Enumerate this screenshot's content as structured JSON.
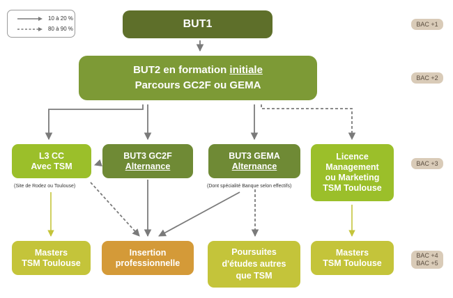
{
  "legend": {
    "solid_label": "10 à 20 %",
    "dashed_label": "80 à 90 %"
  },
  "boxes": {
    "but1": "BUT1",
    "but2": {
      "line1_prefix": "BUT2 en formation ",
      "line1_underlined": "initiale",
      "line2": "Parcours GC2F ou GEMA"
    },
    "l3cc": {
      "line1": "L3 CC",
      "line2": "Avec TSM"
    },
    "but3_gc2f": {
      "line1": "BUT3 GC2F",
      "line2": "Alternance"
    },
    "but3_gema": {
      "line1": "BUT3 GEMA",
      "line2": "Alternance"
    },
    "licence": {
      "line1": "Licence",
      "line2": "Management",
      "line3": "ou Marketing",
      "line4": "TSM Toulouse"
    },
    "masters_left": {
      "line1": "Masters",
      "line2": "TSM Toulouse"
    },
    "insertion": {
      "line1": "Insertion",
      "line2": "professionnelle"
    },
    "poursuites": {
      "line1": "Poursuites",
      "line2": "d'études autres",
      "line3": "que TSM"
    },
    "masters_right": {
      "line1": "Masters",
      "line2": "TSM Toulouse"
    }
  },
  "notes": {
    "l3cc_note": "(Site de Rodez ou Toulouse)",
    "gema_note": "(Dont spécialité Banque selon effectifs)"
  },
  "bac_labels": {
    "bac1": "BAC +1",
    "bac2": "BAC +2",
    "bac3": "BAC +3",
    "bac4": "BAC +4",
    "bac5": "BAC +5"
  },
  "colors": {
    "dark_olive": "#5e6f2a",
    "olive": "#7d9a36",
    "mid_green": "#6f8a35",
    "lime": "#9bbf2a",
    "yellow_green": "#c4c43a",
    "orange": "#d49a38",
    "bac_badge": "#d9cbb8",
    "arrow_gray": "#7a7a7a",
    "arrow_yellow": "#c4c43a"
  }
}
